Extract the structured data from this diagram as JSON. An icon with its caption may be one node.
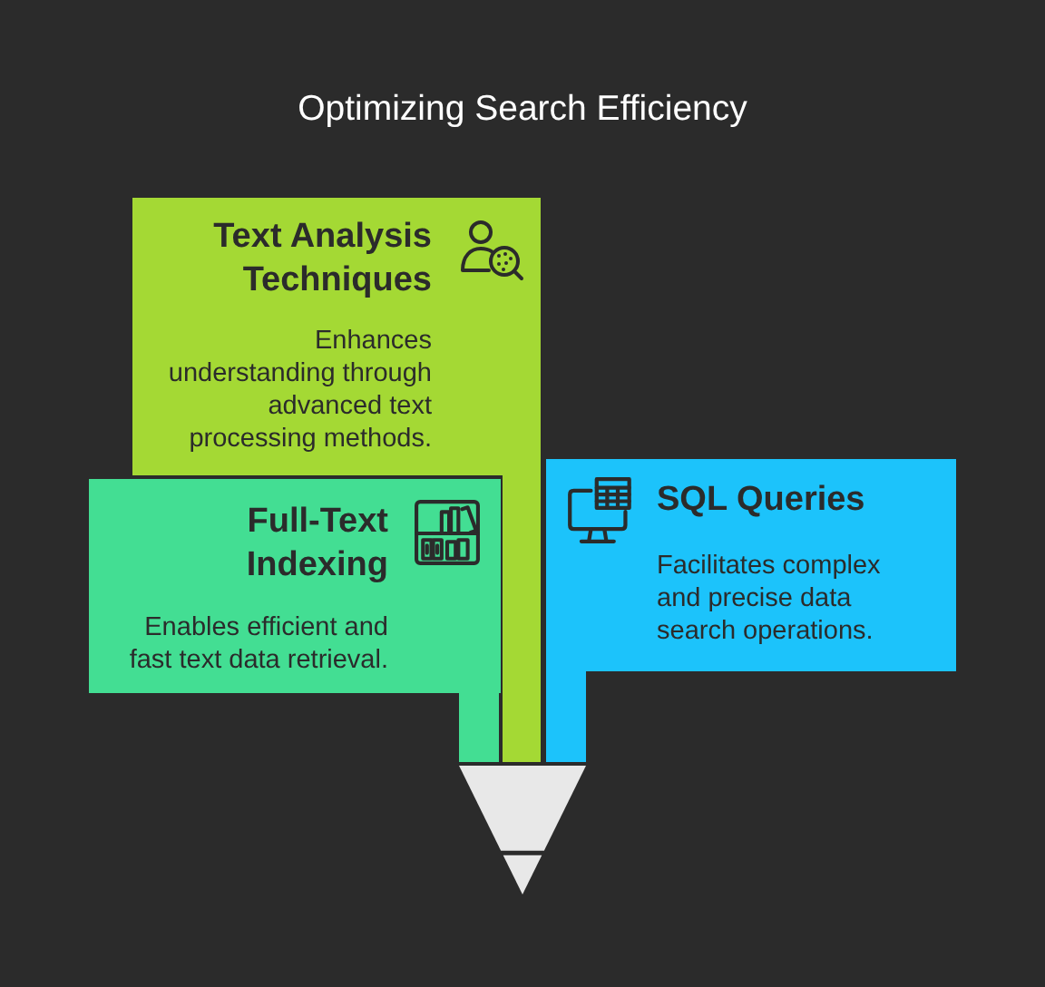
{
  "diagram": {
    "title": "Optimizing Search Efficiency",
    "nodes": [
      {
        "text": [
          "Text Analysis Techniques",
          "Enhances understanding through advanced text processing methods."
        ]
      },
      {
        "text": [
          "Full-Text Indexing",
          "Enables efficient and fast text data retrieval."
        ]
      },
      {
        "text": [
          "SQL Queries",
          "Facilitates complex and precise data search operations."
        ]
      },
      {
        "text": [],
        "shape": "triangle"
      }
    ],
    "edges": [
      {
        "from": 0,
        "to": 3,
        "arrow": "none",
        "color": "#a4d934"
      },
      {
        "from": 1,
        "to": 3,
        "arrow": "none",
        "color": "#43de93"
      },
      {
        "from": 2,
        "to": 3,
        "arrow": "none",
        "color": "#1cc3fb"
      }
    ]
  }
}
